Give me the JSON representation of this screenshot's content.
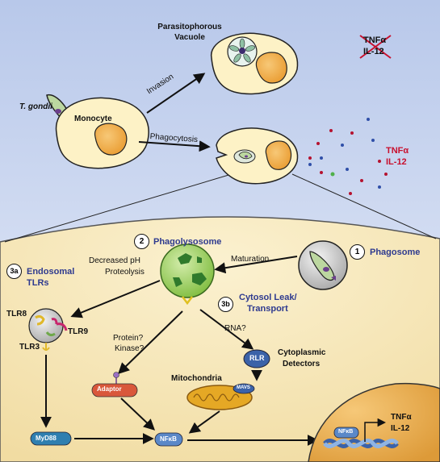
{
  "top": {
    "pathogen": "T. gondii",
    "monocyte": "Monocyte",
    "invasion": "Invasion",
    "phagocytosis": "Phagocytosis",
    "pv_line1": "Parasitophorous",
    "pv_line2": "Vacuole",
    "cyt_blocked_1": "TNFα",
    "cyt_blocked_2": "IL-12",
    "cyt_released_1": "TNFα",
    "cyt_released_2": "IL-12"
  },
  "steps": {
    "s1_num": "1",
    "s1_label": "Phagosome",
    "s2_num": "2",
    "s2_label": "Phagolysosome",
    "s3a_num": "3a",
    "s3a_label_1": "Endosomal",
    "s3a_label_2": "TLRs",
    "s3b_num": "3b",
    "s3b_label_1": "Cytosol Leak/",
    "s3b_label_2": "Transport"
  },
  "bottom": {
    "maturation": "Maturation",
    "ph_1": "Decreased pH",
    "ph_2": "Proteolysis",
    "tlr8": "TLR8",
    "tlr9": "TLR9",
    "tlr3": "TLR3",
    "protein_1": "Protein?",
    "protein_2": "Kinase?",
    "rna": "RNA?",
    "rlr": "RLR",
    "cyto_1": "Cytoplasmic",
    "cyto_2": "Detectors",
    "mito": "Mitochondria",
    "mavs": "MAVS",
    "adaptor": "Adaptor",
    "myd88": "MyD88",
    "nfkb": "NFκB",
    "nfkb_dna": "NFκB",
    "out_1": "TNFα",
    "out_2": "IL-12"
  },
  "colors": {
    "top_bg": "#c9d6ef",
    "cell_bg": "#f6e7bd",
    "monocyte": "#fdf2c6",
    "nucleus": "#f4b455",
    "phagolysosome": "#a6d26a",
    "blue_label": "#2e3a8f",
    "red_label": "#c8102e",
    "mitochondria": "#e5a825",
    "rlr": "#3b62a8",
    "adaptor": "#d9573b",
    "myd88": "#2f7fb0",
    "dna": "#5a88c8"
  }
}
